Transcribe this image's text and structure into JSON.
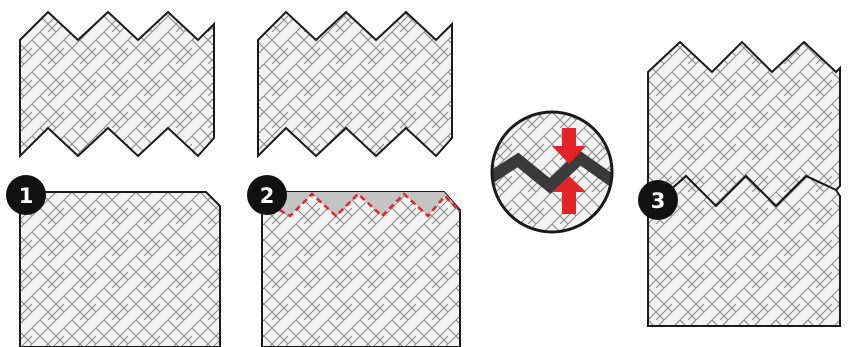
{
  "steps": [
    {
      "number": "1",
      "icon": "badge-circle"
    },
    {
      "number": "2",
      "icon": "badge-circle"
    },
    {
      "number": "3",
      "icon": "badge-circle"
    }
  ],
  "colors": {
    "tile_fill": "#f2f2f2",
    "tile_line": "#8c8c8c",
    "outline": "#1a1a1a",
    "cut_line": "#e5262a",
    "cut_fill": "#c4c4c4",
    "badge": "#111111",
    "arrow": "#e02427",
    "gap_dark": "#3a3a3a"
  },
  "icons": [
    "herringbone-tile-panel",
    "dashed-cut-line",
    "compress-arrows-icon",
    "zoom-circle-icon"
  ]
}
